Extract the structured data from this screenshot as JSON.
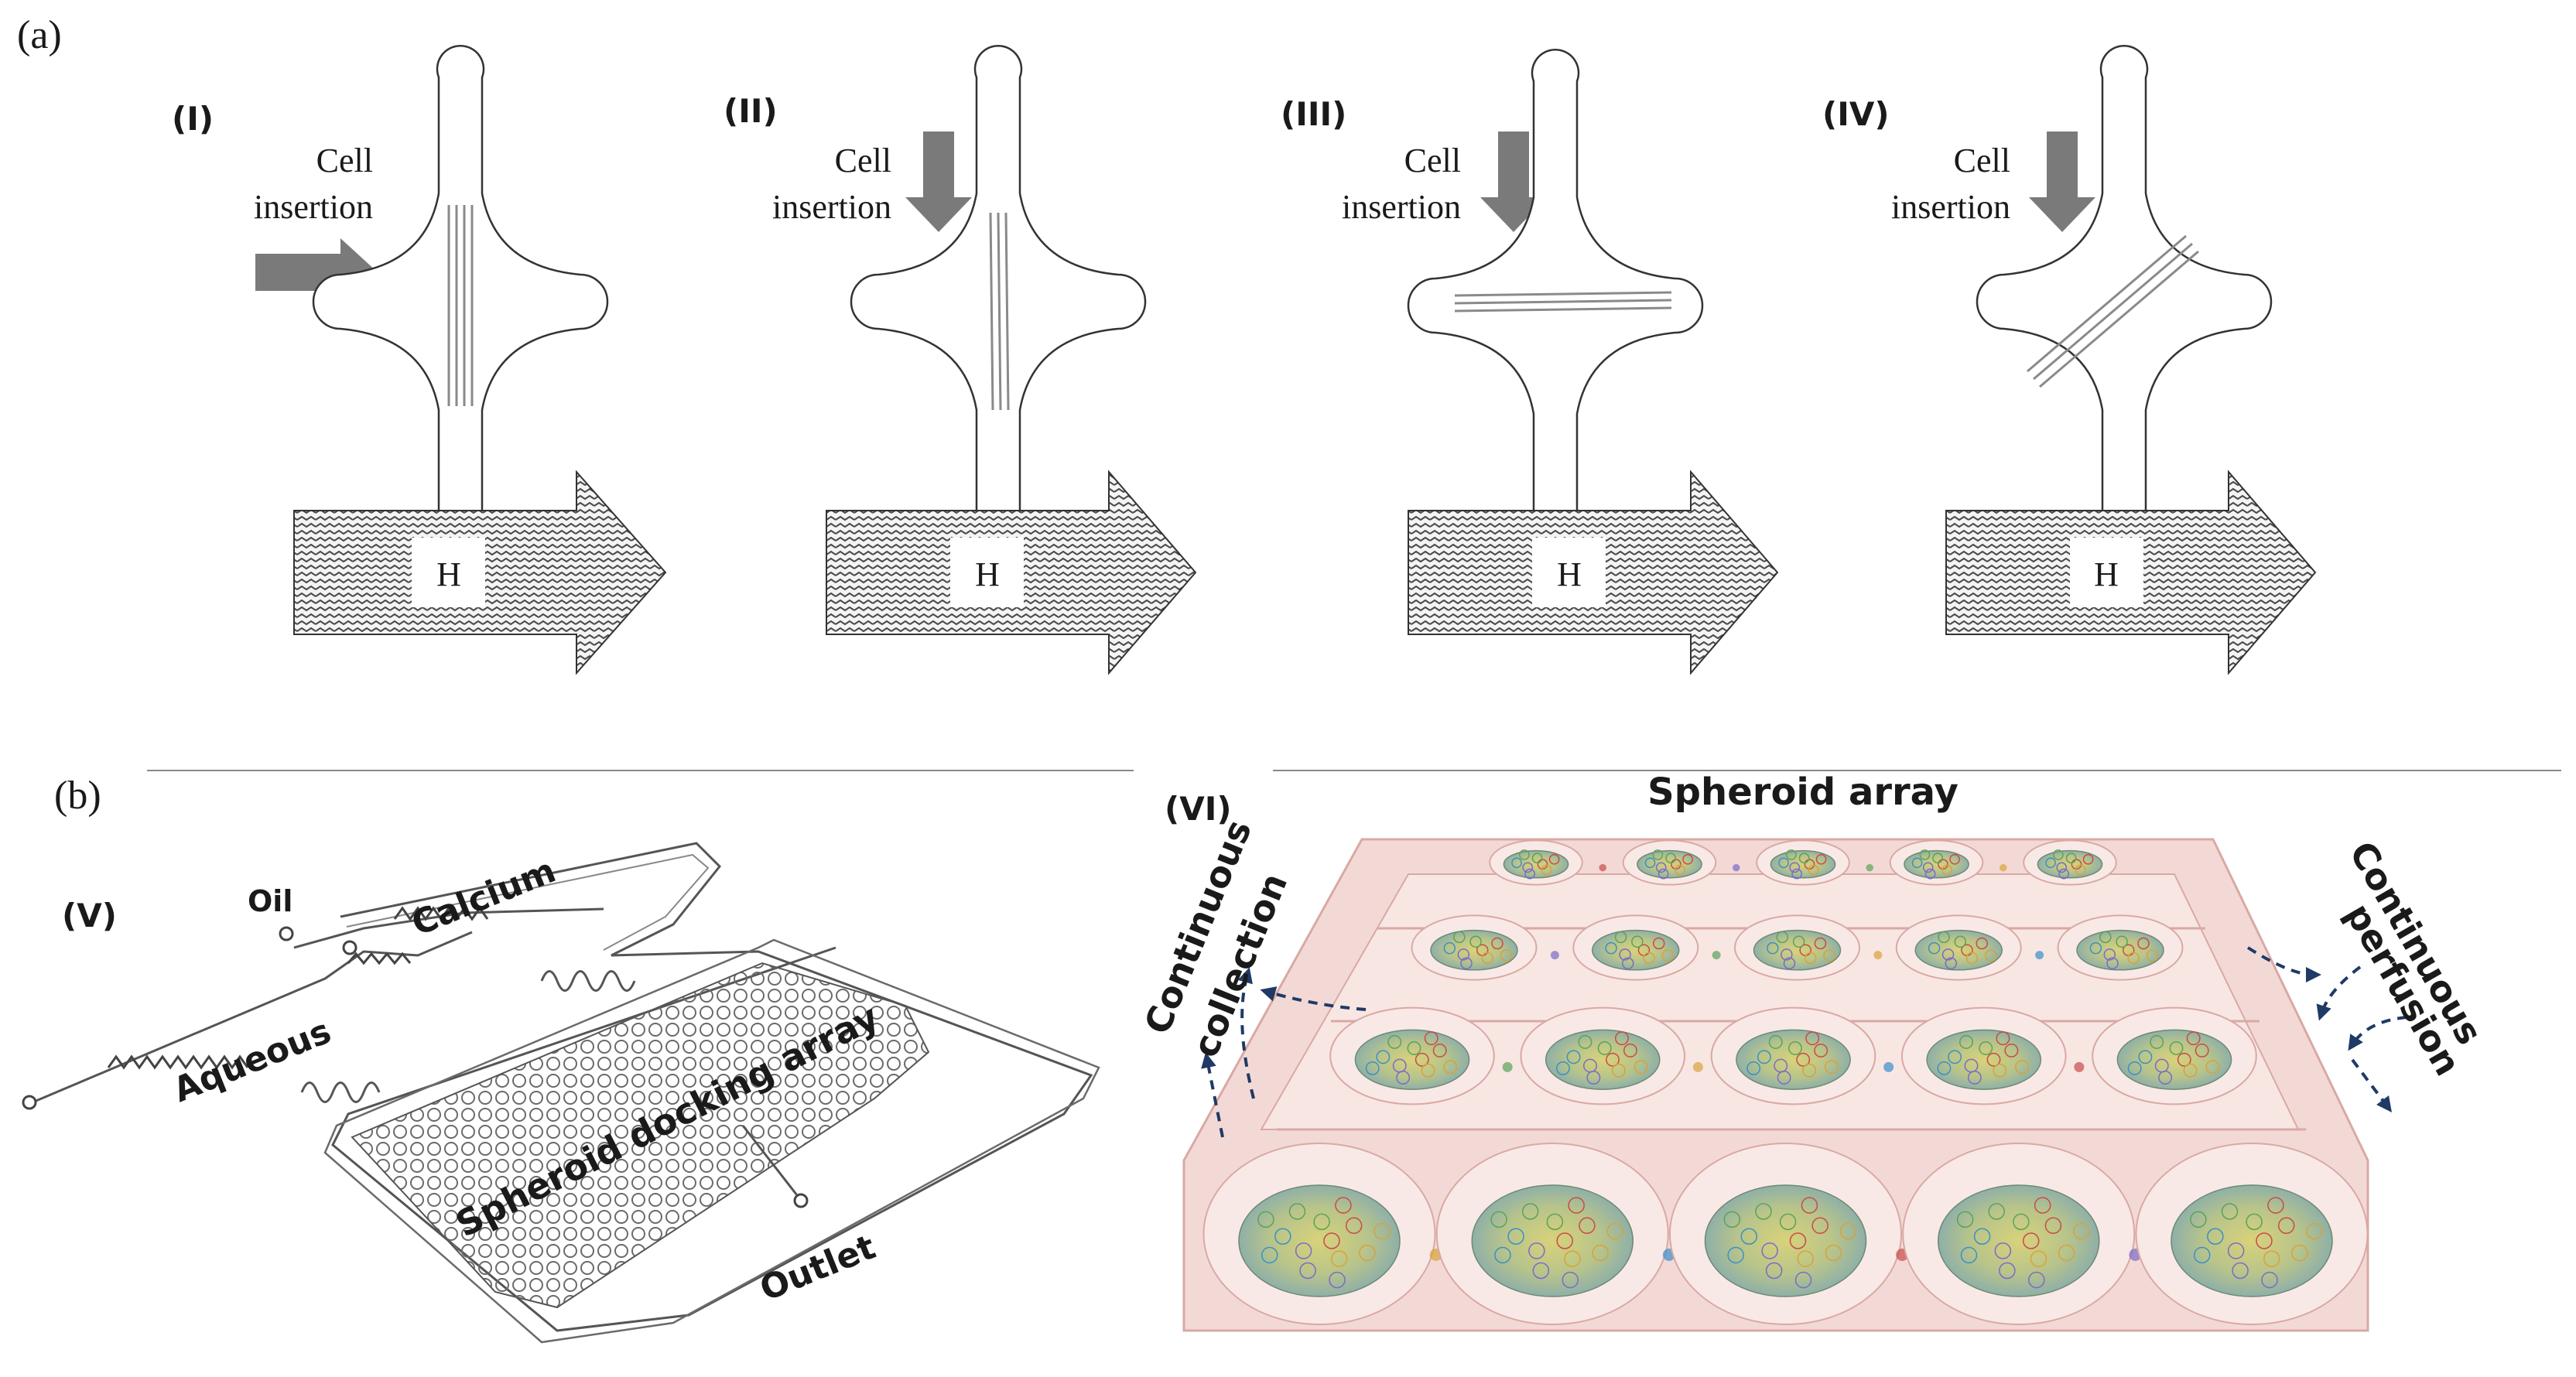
{
  "panel_a": {
    "label": "(a)",
    "steps": [
      {
        "numeral": "(I)",
        "caption_line1": "Cell",
        "caption_line2": "insertion",
        "field_label": "H",
        "insertion_direction": "right",
        "alignment": "vertical"
      },
      {
        "numeral": "(II)",
        "caption_line1": "Cell",
        "caption_line2": "insertion",
        "field_label": "H",
        "insertion_direction": "down",
        "alignment": "vertical"
      },
      {
        "numeral": "(III)",
        "caption_line1": "Cell",
        "caption_line2": "insertion",
        "field_label": "H",
        "insertion_direction": "down",
        "alignment": "horizontal"
      },
      {
        "numeral": "(IV)",
        "caption_line1": "Cell",
        "caption_line2": "insertion",
        "field_label": "H",
        "insertion_direction": "down",
        "alignment": "diagonal"
      }
    ]
  },
  "panel_b": {
    "label": "(b)",
    "chip": {
      "numeral": "(V)",
      "labels": {
        "oil": "Oil",
        "calcium": "Calcium",
        "aqueous": "Aqueous",
        "array": "Spheroid docking array",
        "outlet": "Outlet"
      }
    },
    "array_view": {
      "numeral": "(VI)",
      "title": "Spheroid array",
      "collection_line1": "Continuous",
      "collection_line2": "collection",
      "perfusion_line1": "Continuous",
      "perfusion_line2": "perfusion"
    }
  },
  "colors": {
    "ink": "#1a1a1a",
    "arrow_gray": "#7a7a7a",
    "array_pink": "#f3d9d6",
    "array_edge": "#d9a9a4",
    "flow_navy": "#1f3a66"
  }
}
